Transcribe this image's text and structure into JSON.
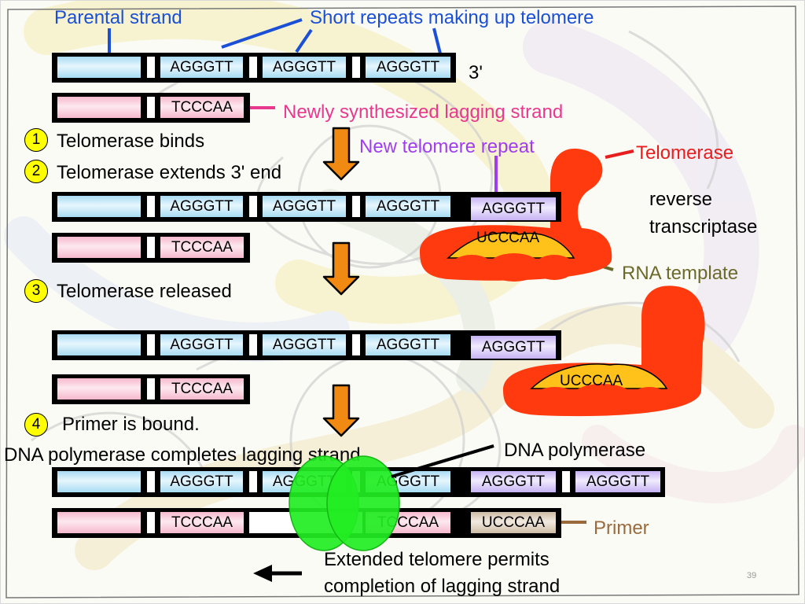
{
  "labels": {
    "parental_strand": "Parental strand",
    "short_repeats": "Short repeats making up telomere",
    "three_prime": "3'",
    "newly_synth": "Newly synthesized lagging strand",
    "new_telomere_repeat": "New telomere repeat",
    "telomerase": "Telomerase",
    "reverse": "reverse",
    "transcriptase": "transcriptase",
    "rna_template": "RNA template",
    "dna_polymerase": "DNA polymerase",
    "primer": "Primer",
    "extended_1": "Extended telomere permits",
    "extended_2": "completion of lagging strand",
    "slide_number": "39"
  },
  "steps": [
    {
      "num": "1",
      "text": "Telomerase binds"
    },
    {
      "num": "2",
      "text": "Telomerase extends 3' end"
    },
    {
      "num": "3",
      "text": "Telomerase released"
    },
    {
      "num": "4",
      "text": "Primer is bound."
    }
  ],
  "step4_sub": "DNA polymerase completes lagging strand",
  "sequences": {
    "repeat": "AGGGTT",
    "complement": "TCCCAA",
    "rna": "UCCCAA"
  },
  "colors": {
    "parental": "#a8dbf3",
    "lagging": "#f6b9cd",
    "new_repeat": "#c5b2f3",
    "primer": "#cdbca5",
    "telomerase": "#ff3a0f",
    "rna_template": "#ffc21a",
    "dna_polymerase": "#22ee22",
    "arrow": "#f08a12",
    "step_badge": "#ffff00"
  }
}
